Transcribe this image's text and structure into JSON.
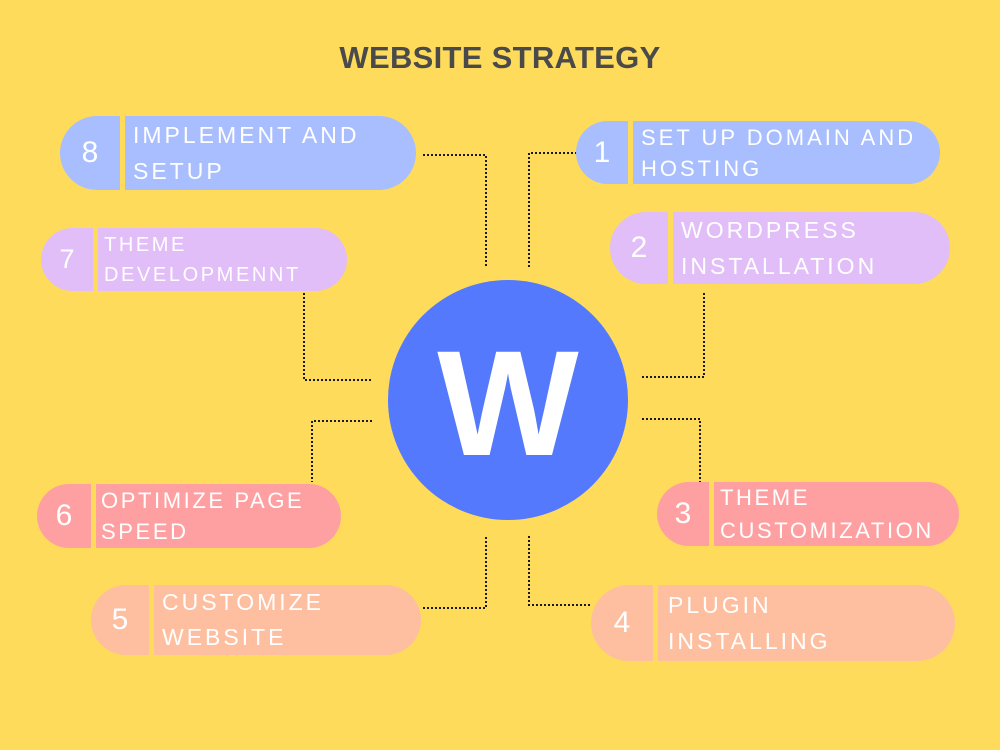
{
  "title": "WEBSITE STRATEGY",
  "hub": {
    "letter": "W",
    "color": "#5479FD"
  },
  "colors": {
    "background": "#FEDB5A",
    "title": "#4A4A4A",
    "connector": "#1A1A1A"
  },
  "steps": [
    {
      "number": "1",
      "label": "SET UP DOMAIN AND\nHOSTING",
      "color": "#A9BEFE"
    },
    {
      "number": "2",
      "label": "WORDPRESS\nINSTALLATION",
      "color": "#E1BEF8"
    },
    {
      "number": "3",
      "label": "THEME\nCUSTOMIZATION",
      "color": "#FEA0A2"
    },
    {
      "number": "4",
      "label": "PLUGIN\nINSTALLING",
      "color": "#FEBFA0"
    },
    {
      "number": "5",
      "label": "CUSTOMIZE\nWEBSITE",
      "color": "#FEBFA0"
    },
    {
      "number": "6",
      "label": "OPTIMIZE PAGE\nSPEED",
      "color": "#FEA0A2"
    },
    {
      "number": "7",
      "label": "THEME\nDEVELOPMENNT",
      "color": "#E1BEF8"
    },
    {
      "number": "8",
      "label": "IMPLEMENT AND\nSETUP",
      "color": "#A9BEFE"
    }
  ]
}
